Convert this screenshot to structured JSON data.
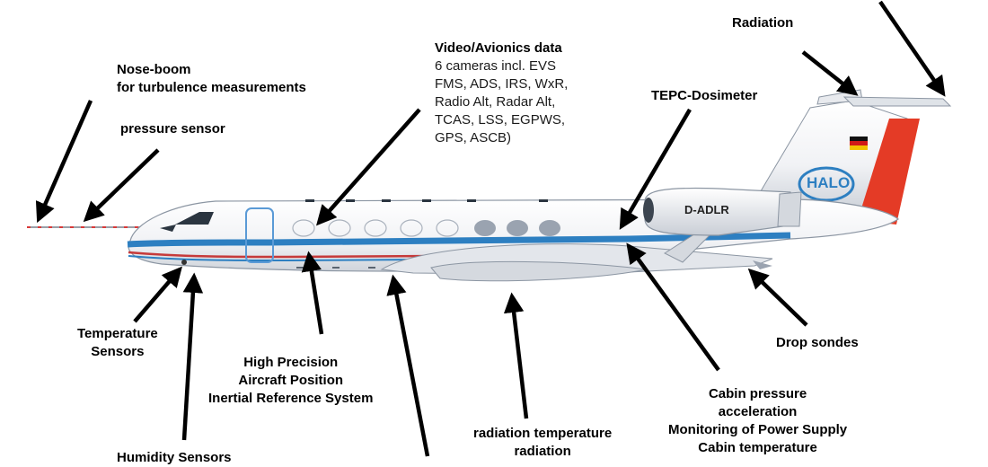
{
  "labels": {
    "radiation": "Radiation",
    "nose_boom": [
      "Nose-boom",
      "for turbulence measurements"
    ],
    "pressure_sensor": "pressure sensor",
    "video_avionics": {
      "title": "Video/Avionics data",
      "lines": [
        "6 cameras incl. EVS",
        "FMS, ADS, IRS, WxR,",
        "Radio Alt, Radar Alt,",
        "TCAS, LSS, EGPWS,",
        "GPS, ASCB)"
      ]
    },
    "tepc": "TEPC-Dosimeter",
    "temperature_sensors": [
      "Temperature",
      "Sensors"
    ],
    "high_precision": [
      "High Precision",
      "Aircraft Position",
      "Inertial Reference System"
    ],
    "drop_sondes": "Drop sondes",
    "cabin": [
      "Cabin pressure",
      "acceleration",
      "Monitoring of Power Supply",
      "Cabin temperature"
    ],
    "radiation_temperature": [
      "radiation temperature",
      "radiation"
    ],
    "humidity_partial": "Humidity Sensors"
  },
  "aircraft": {
    "registration": "D-ADLR",
    "tail_logo": "HALO",
    "colors": {
      "fuselage": "#f4f5f7",
      "stripe_blue": "#2d7fc1",
      "stripe_red": "#c63a3a",
      "tail_red": "#e43b26",
      "window": "#9aa3b0",
      "outline": "#8c96a3",
      "arrow": "#000000"
    }
  }
}
